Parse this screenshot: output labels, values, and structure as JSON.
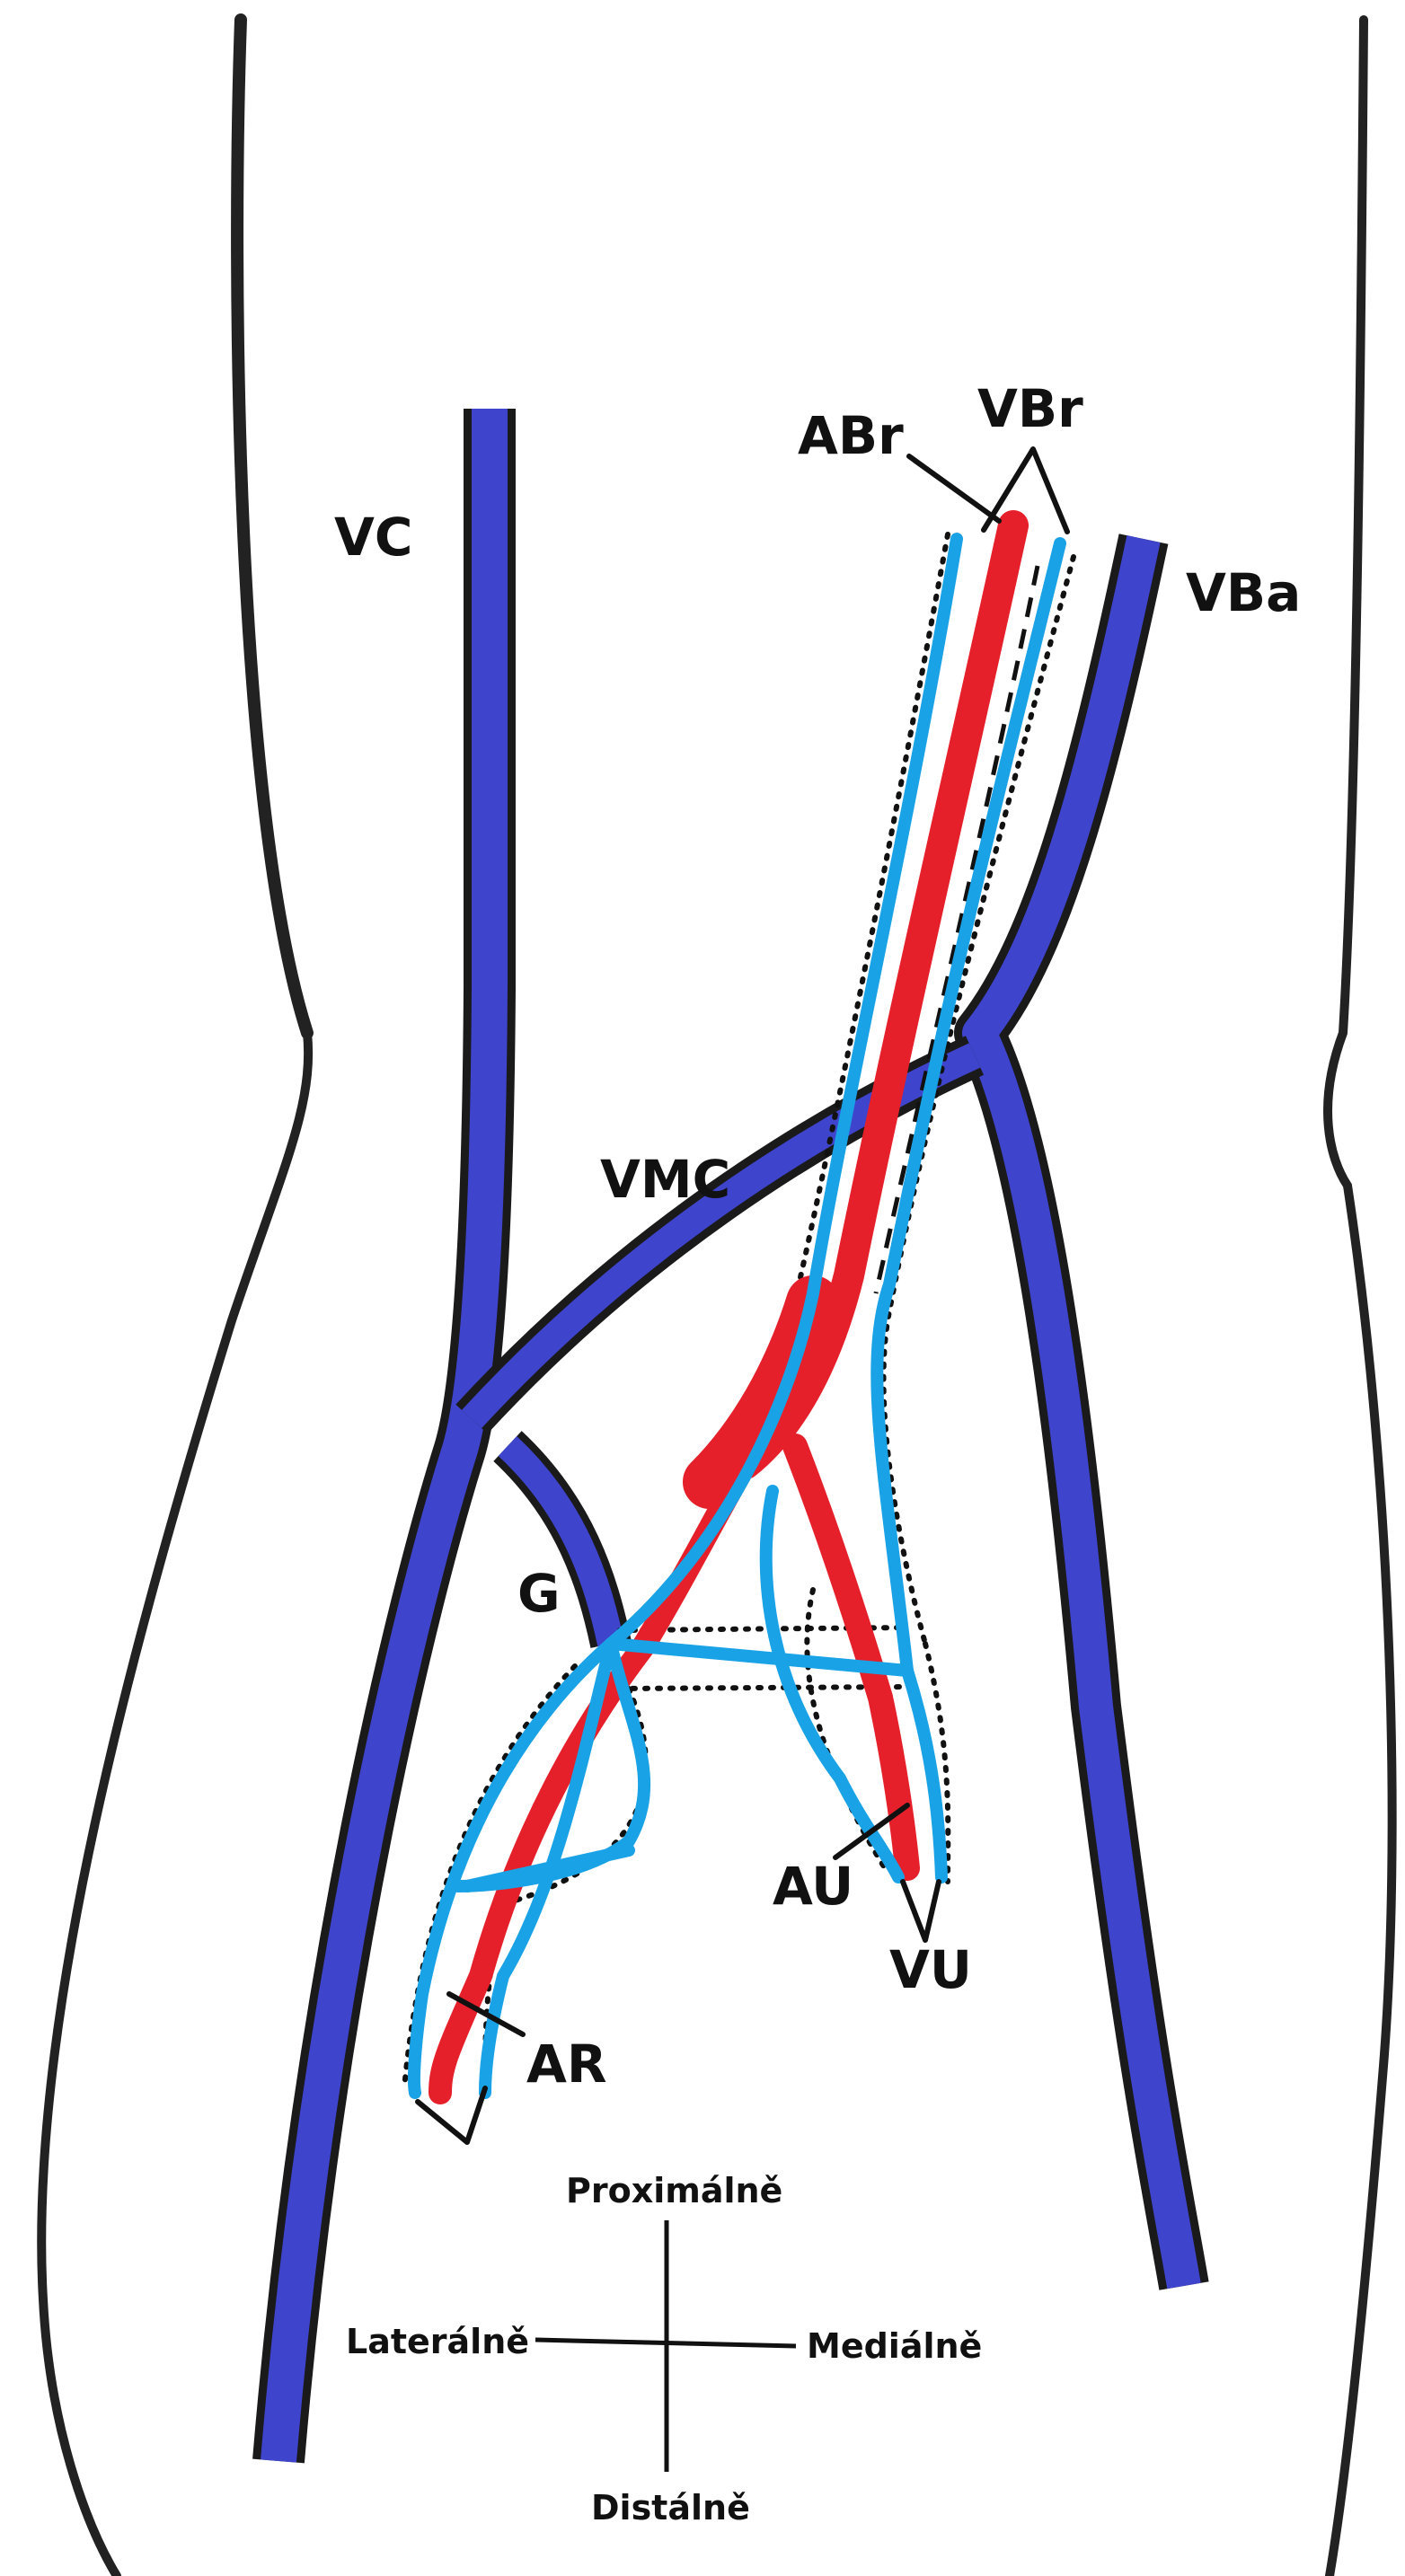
{
  "labels": {
    "vc": "VC",
    "abr": "ABr",
    "vbr": "VBr",
    "vba": "VBa",
    "vmc": "VMC",
    "g": "G",
    "au": "AU",
    "vu": "VU",
    "ar": "AR"
  },
  "orientation": {
    "proximal": "Proximálně",
    "distal": "Distálně",
    "lateral": "Laterálně",
    "medial": "Mediálně"
  },
  "colors": {
    "background": "#ffffff",
    "outline": "#111111",
    "vein_deep_blue": "#3f44cc",
    "vein_light_blue": "#1aa2e6",
    "artery_red": "#e5202a",
    "sheath_dots": "#111111"
  }
}
